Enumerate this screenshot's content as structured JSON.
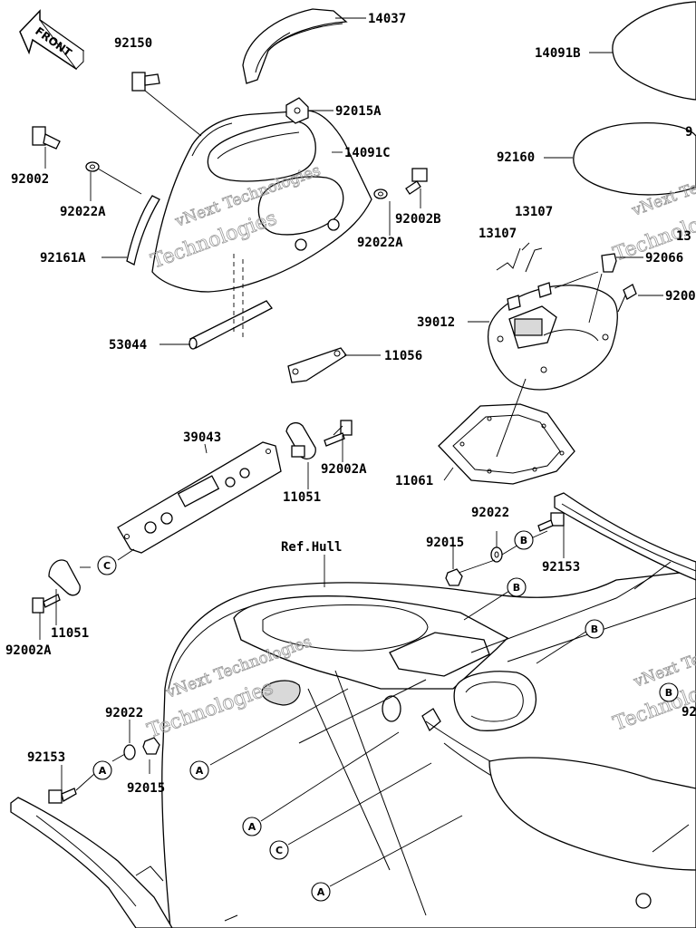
{
  "front_indicator": "FRONT",
  "reference_label": "Ref.Hull",
  "watermark": {
    "line1": "vNext Technologies",
    "line2": "Technologies"
  },
  "parts": {
    "p14037": "14037",
    "p14091B": "14091B",
    "p92150": "92150",
    "p92015A": "92015A",
    "p14091C": "14091C",
    "p92002": "92002",
    "p92160": "92160",
    "p92002B": "92002B",
    "p92022A_left": "92022A",
    "p92022A_right": "92022A",
    "p13107_a": "13107",
    "p13107_b": "13107",
    "p92161A": "92161A",
    "p92066": "92066",
    "p39012": "39012",
    "p53044": "53044",
    "p11056": "11056",
    "p39043": "39043",
    "p92002A_upper": "92002A",
    "p11051_upper": "11051",
    "p11061": "11061",
    "p92022_mid": "92022",
    "p92015_mid": "92015",
    "p92153_mid": "92153",
    "p11051_lower": "11051",
    "p92002A_lower": "92002A",
    "p92022_low": "92022",
    "p92153_low": "92153",
    "p92015_low": "92015",
    "p_edge_9": "9",
    "p_edge_920": "9200",
    "p_edge_13": "13",
    "p_edge_92": "92"
  },
  "callouts": {
    "A": "A",
    "B": "B",
    "C": "C"
  }
}
